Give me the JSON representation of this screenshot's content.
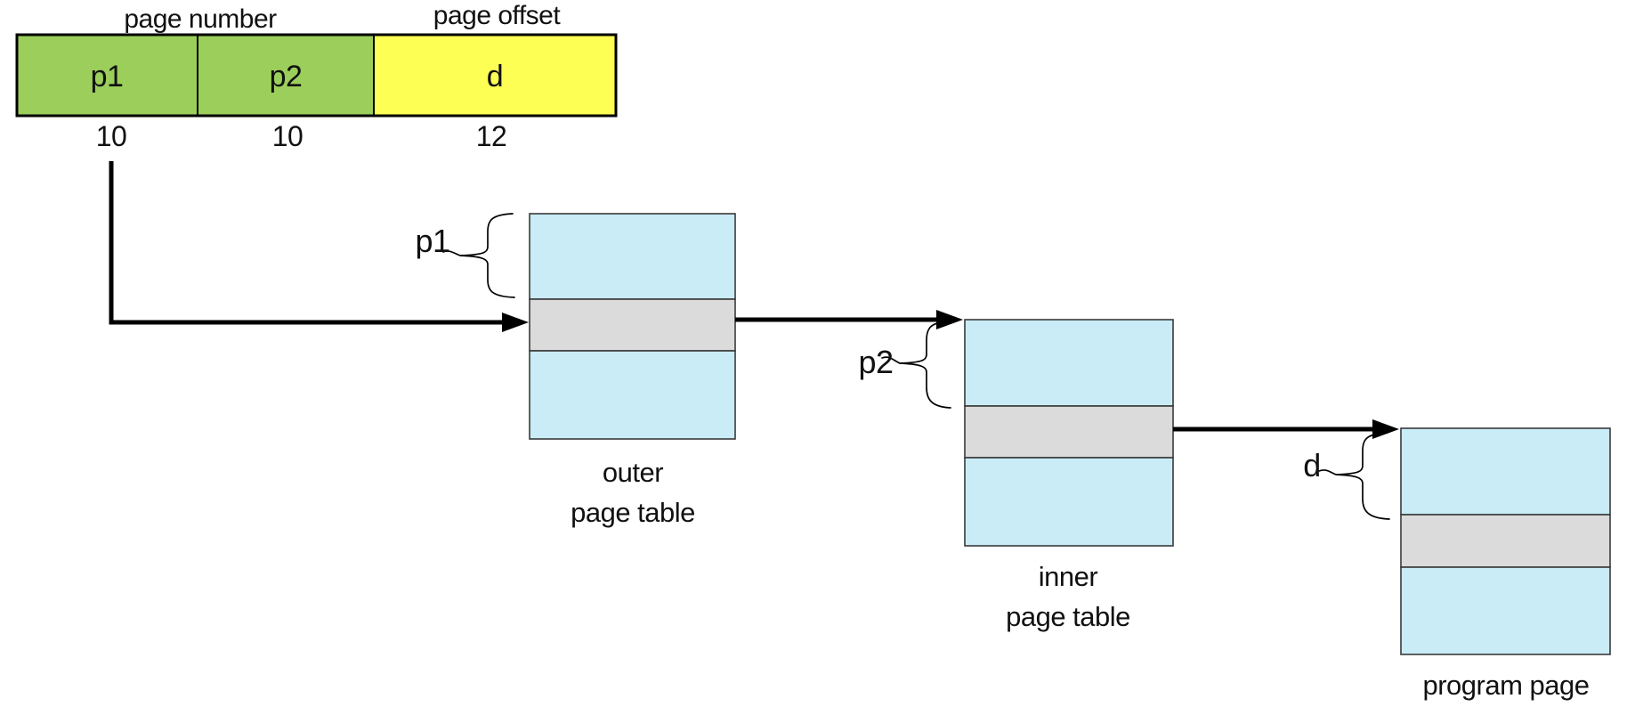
{
  "colors": {
    "field_green": "#9CCE5B",
    "field_yellow": "#FDFF54",
    "table_blue": "#C9ECF6",
    "row_gray": "#DBDBDB"
  },
  "address": {
    "page_number_label": "page number",
    "page_offset_label": "page offset",
    "fields": [
      {
        "label": "p1",
        "bits": "10"
      },
      {
        "label": "p2",
        "bits": "10"
      },
      {
        "label": "d",
        "bits": "12"
      }
    ]
  },
  "tables": {
    "outer": {
      "caption_line1": "outer",
      "caption_line2": "page table",
      "brace_label": "p1"
    },
    "inner": {
      "caption_line1": "inner",
      "caption_line2": "page table",
      "brace_label": "p2"
    },
    "program": {
      "caption": "program page",
      "brace_label": "d"
    }
  }
}
